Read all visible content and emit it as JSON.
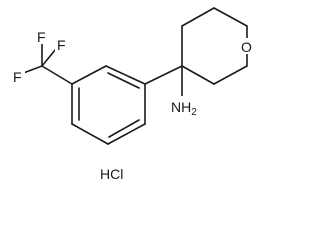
{
  "molecule": {
    "atoms": {
      "F1": "F",
      "F2": "F",
      "F3": "F",
      "O": "O",
      "amine": "NH",
      "amine_h": "2"
    },
    "salt": "HCl"
  }
}
